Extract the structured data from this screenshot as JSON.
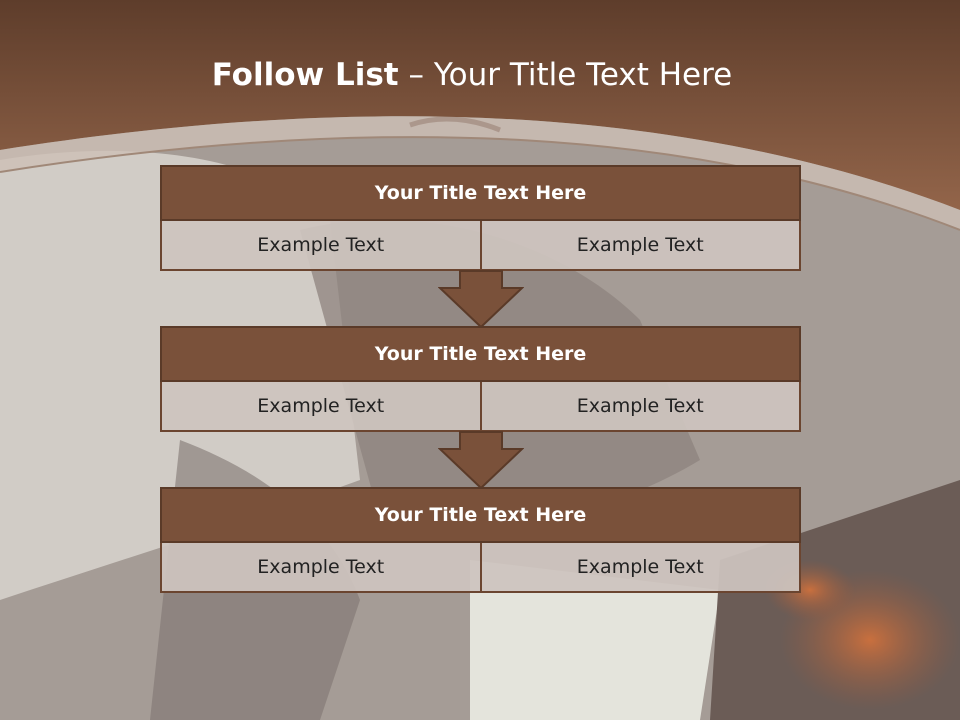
{
  "slide": {
    "title_bold": "Follow List",
    "title_rest": " – Your Title Text Here"
  },
  "steps": [
    {
      "title": "Your Title Text Here",
      "left_text": "Example Text",
      "right_text": "Example Text"
    },
    {
      "title": "Your Title Text Here",
      "left_text": "Example Text",
      "right_text": "Example Text"
    },
    {
      "title": "Your Title Text Here",
      "left_text": "Example Text",
      "right_text": "Example Text"
    }
  ],
  "colors": {
    "header_fill": "#7a513a",
    "banner_top": "#5e3d2b",
    "banner_bottom": "#8c5e42",
    "cell_fill": "#cdc4be",
    "arrow_fill": "#7a513a"
  }
}
